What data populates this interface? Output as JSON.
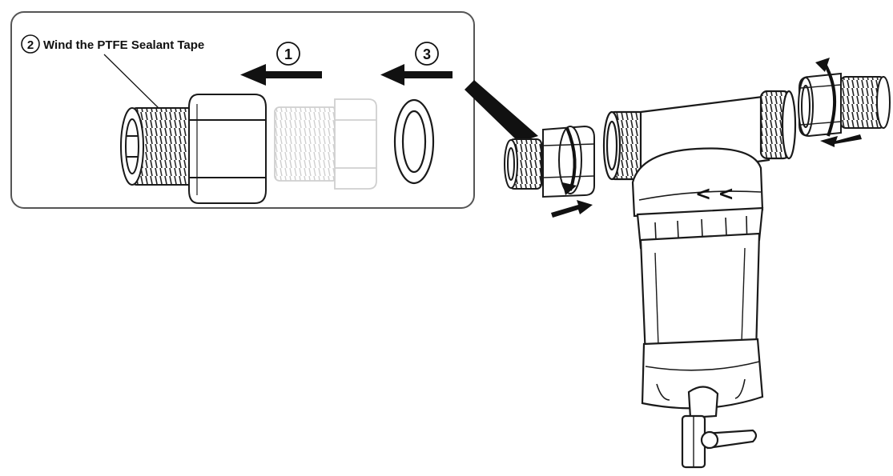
{
  "callout": {
    "step2_number": "②",
    "step2_label": "Wind the PTFE Sealant Tape",
    "step1_number": "①",
    "step3_number": "③"
  },
  "colors": {
    "line": "#1a1a1a",
    "arrow": "#111111",
    "faded_part": "#d4d4d4",
    "panel_border": "#555555",
    "background": "#ffffff"
  }
}
